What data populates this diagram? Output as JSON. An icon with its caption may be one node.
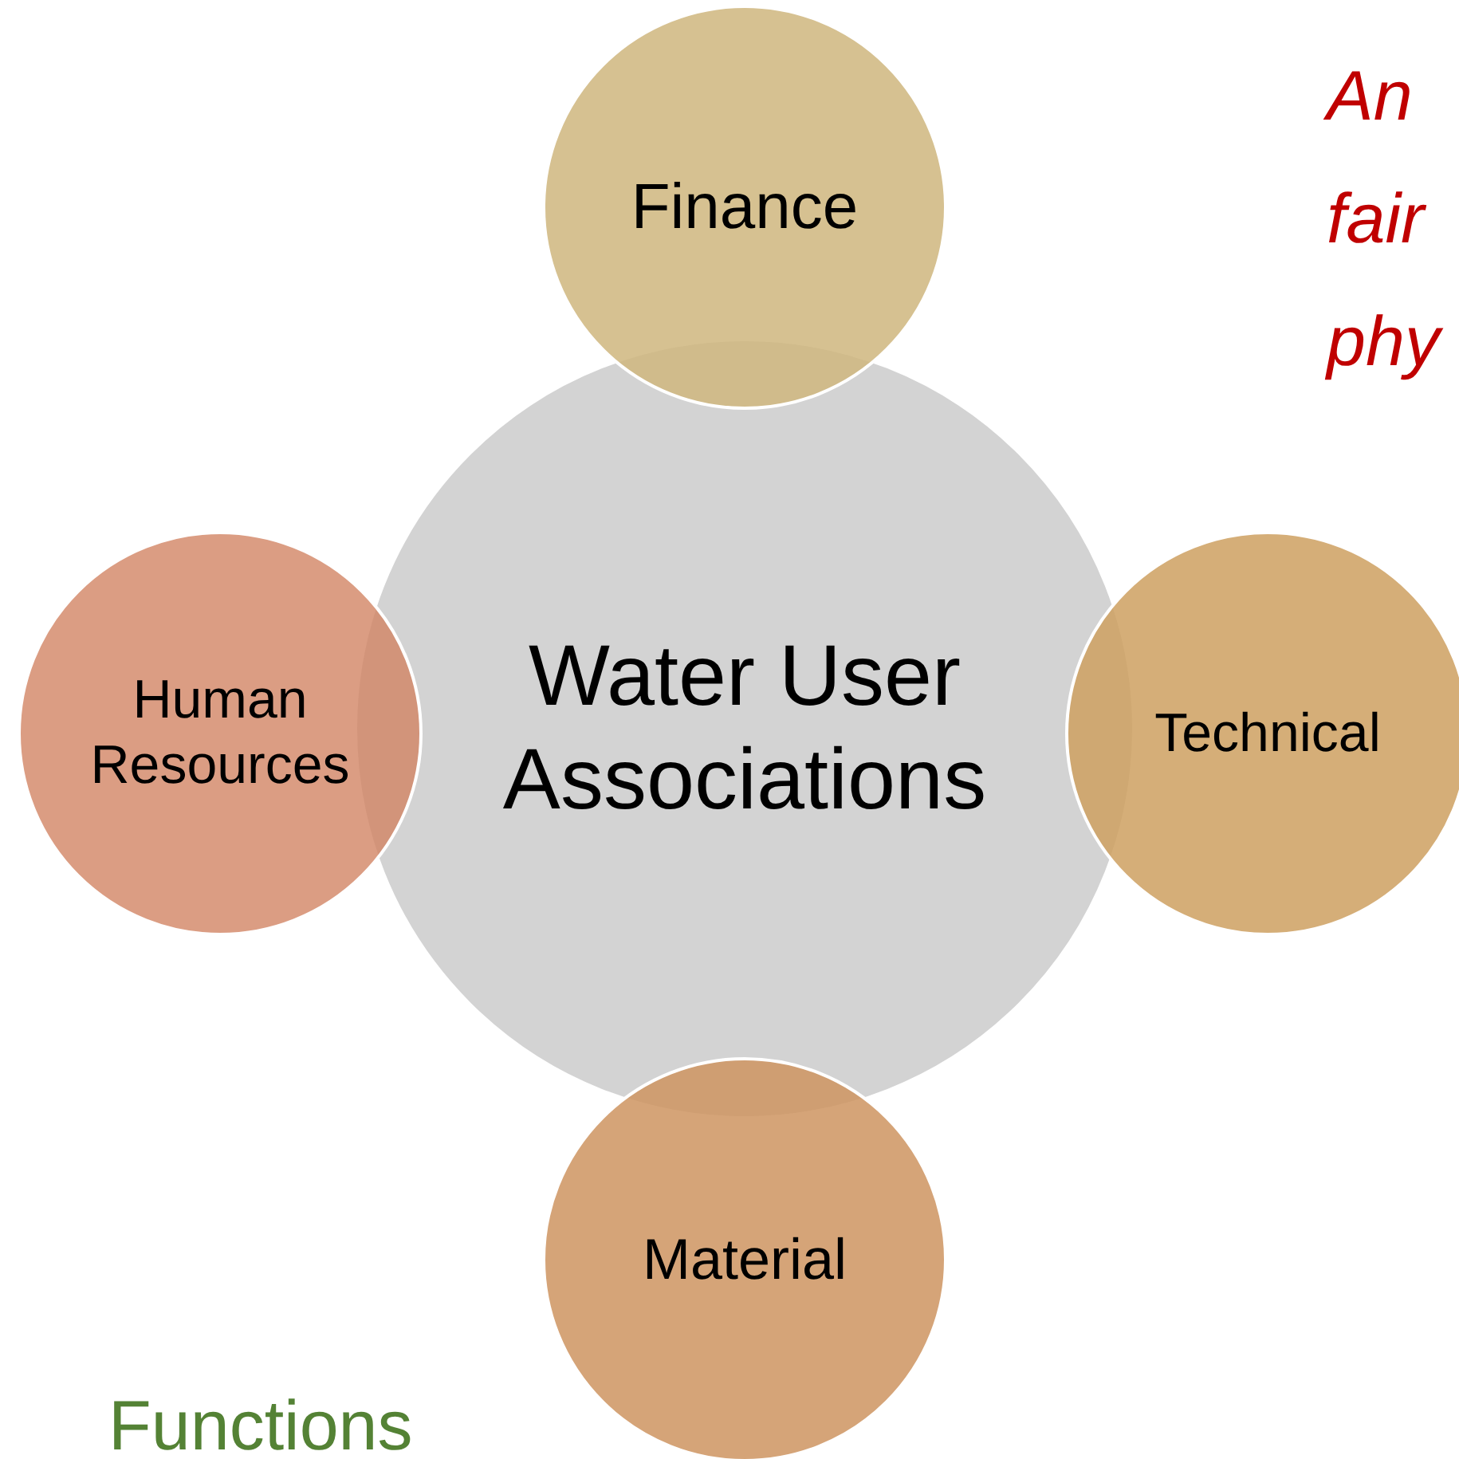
{
  "diagram": {
    "nodes": [
      {
        "text": [
          "Finance"
        ]
      },
      {
        "text": [
          "Water User Associations"
        ]
      },
      {
        "text": [
          "Human Resources"
        ]
      },
      {
        "text": [
          "Technical"
        ]
      },
      {
        "text": [
          "Material"
        ]
      }
    ],
    "labels": [
      "An fair phy",
      "Functions"
    ]
  }
}
